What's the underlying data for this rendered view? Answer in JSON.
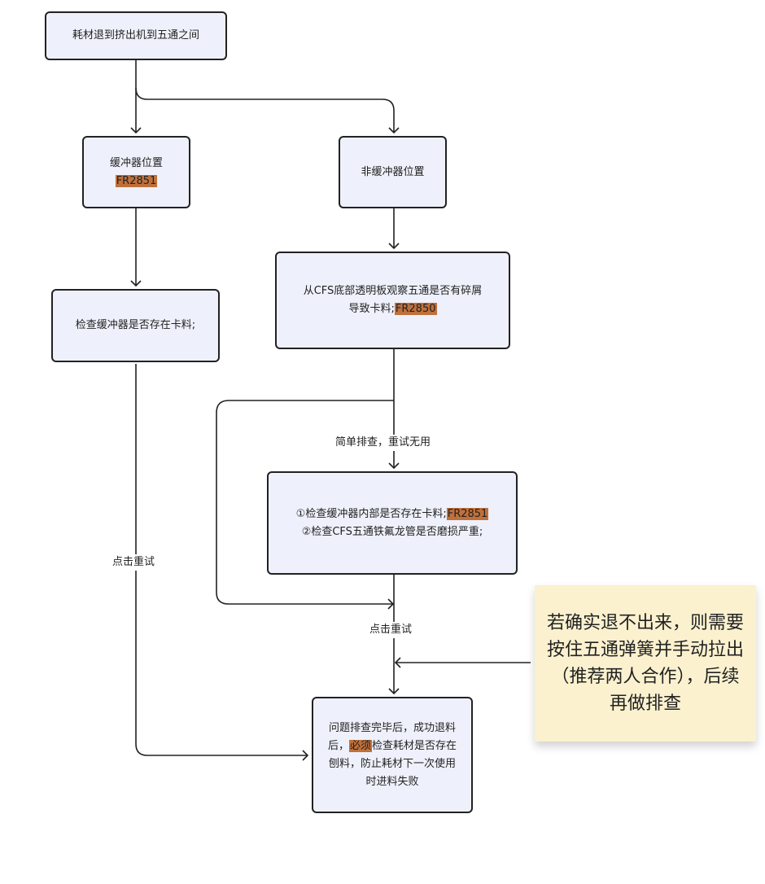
{
  "nodes": {
    "start": {
      "lines": [
        [
          "耗材退到挤出机到五通之间"
        ]
      ]
    },
    "buffer_position": {
      "lines": [
        [
          "缓冲器位置"
        ],
        [
          {
            "hl": "FR2851"
          }
        ]
      ]
    },
    "non_buffer_position": {
      "lines": [
        [
          "非缓冲器位置"
        ]
      ]
    },
    "check_buffer": {
      "lines": [
        [
          "检查缓冲器是否存在卡料;"
        ]
      ]
    },
    "observe_cfs": {
      "lines": [
        [
          "从CFS底部透明板观察五通是否有碎屑"
        ],
        [
          "导致卡料;",
          {
            "hl": "FR2850"
          }
        ]
      ]
    },
    "detailed_check": {
      "lines": [
        [
          "①检查缓冲器内部是否存在卡料;",
          {
            "hl": "FR2851"
          }
        ],
        [
          "②检查CFS五通铁氟龙管是否磨损严重;"
        ]
      ]
    },
    "final": {
      "lines": [
        [
          "问题排查完毕后，成功退料"
        ],
        [
          "后，",
          {
            "hl": "必须"
          },
          "检查耗材是否存在"
        ],
        [
          "刨料，防止耗材下一次使用"
        ],
        [
          "时进料失败"
        ]
      ]
    }
  },
  "edge_labels": {
    "simple_check": "简单排查，重试无用",
    "retry_left": "点击重试",
    "retry_right": "点击重试"
  },
  "note": {
    "text": "若确实退不出来，则需要按住五通弹簧并手动拉出（推荐两人合作），后续再做排查"
  },
  "colors": {
    "node_fill": "#eef1fb",
    "node_border": "#222222",
    "highlight": "#c0703a",
    "note_fill": "#fbf1cf"
  }
}
